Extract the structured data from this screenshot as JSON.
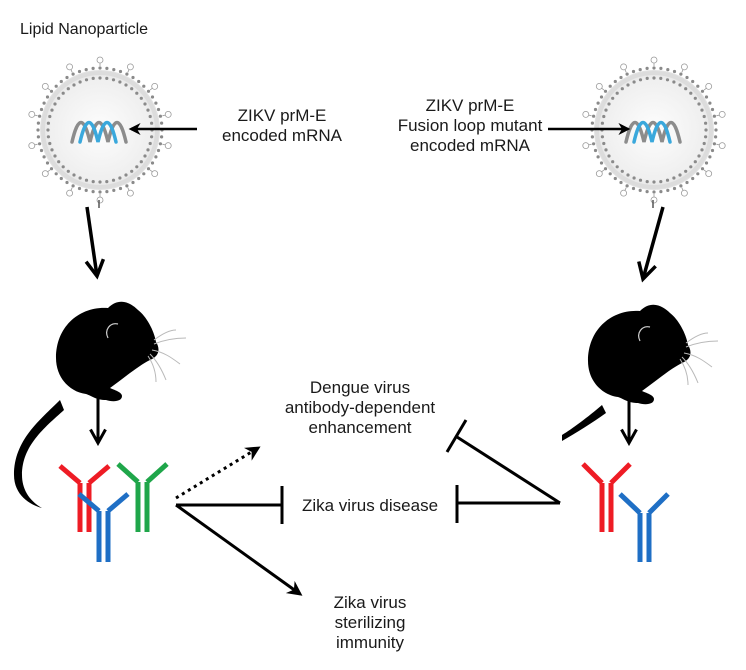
{
  "title": "Lipid Nanoparticle",
  "left_mrna_label": [
    "ZIKV prM-E",
    "encoded mRNA"
  ],
  "right_mrna_label": [
    "ZIKV prM-E",
    "Fusion loop mutant",
    "encoded mRNA"
  ],
  "outcomes": {
    "ade": [
      "Dengue virus",
      "antibody-dependent",
      "enhancement"
    ],
    "disease": "Zika virus disease",
    "immunity": [
      "Zika virus",
      "sterilizing",
      "immunity"
    ]
  },
  "colors": {
    "antibody_red": "#ee1c25",
    "antibody_blue": "#1f6fc5",
    "antibody_green": "#1fa64a",
    "mrna_blue": "#3aa8dc",
    "mrna_gray": "#8c8c8c",
    "lnp_dots": "#8a8a8a",
    "ink": "#000000"
  },
  "left_antibodies": [
    "red",
    "blue",
    "green"
  ],
  "right_antibodies": [
    "red",
    "blue"
  ],
  "relations": [
    {
      "from": "left-antibodies",
      "to": "ade",
      "type": "promotes-dotted"
    },
    {
      "from": "left-antibodies",
      "to": "disease",
      "type": "inhibits"
    },
    {
      "from": "left-antibodies",
      "to": "immunity",
      "type": "promotes"
    },
    {
      "from": "right-antibodies",
      "to": "ade",
      "type": "inhibits"
    },
    {
      "from": "right-antibodies",
      "to": "disease",
      "type": "inhibits"
    }
  ]
}
